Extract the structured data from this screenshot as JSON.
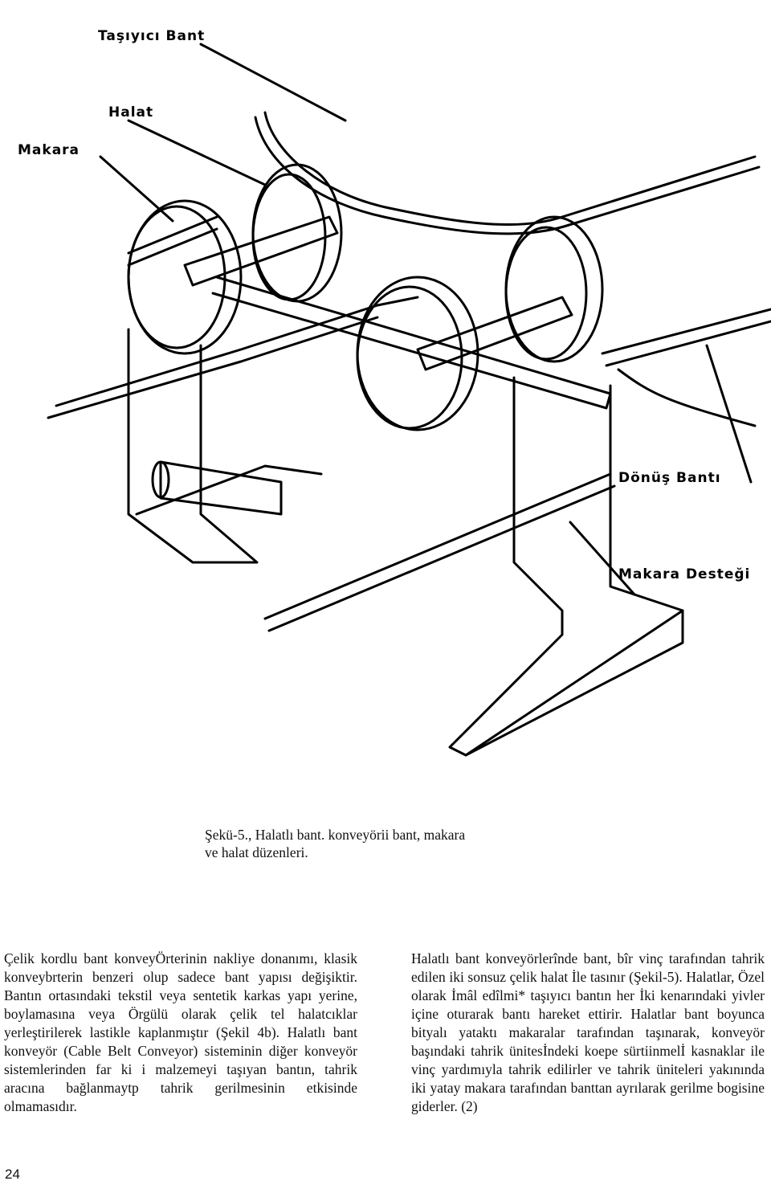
{
  "figure": {
    "labels": {
      "belt": "Taşıyıcı Bant",
      "cable": "Halat",
      "pulley": "Makara",
      "return_belt": "Dönüş Bantı",
      "pulley_support": "Makara Desteği"
    }
  },
  "caption": {
    "line1": "Şekü-5., Halatlı bant. konveyörii bant, makara",
    "line2": "ve halat düzenleri."
  },
  "body": {
    "left_col": "Çelik kordlu bant konveyÖrterinin nakliye donanımı, klasik konveybrterin benzeri olup sadece bant yapısı değişiktir. Bantın ortasındaki tekstil veya sentetik karkas yapı yerine, boylamasına veya Örgülü olarak çelik tel halatcıklar yerleştirilerek lastikle kaplanmıştır (Şekil 4b). Halatlı bant konveyör (Cable Belt Conveyor) sisteminin diğer konveyör sistemlerinden far ki i malzemeyi taşıyan bantın, tahrik aracına bağlanmaytp tahrik gerilmesinin etkisinde olmamasıdır.",
    "right_col": "Halatlı bant konveyörlerînde bant, bîr vinç tarafından tahrik edilen iki sonsuz çelik halat İle tasınır (Şekil-5). Halatlar, Özel olarak İmâl edîlmi* taşıyıcı bantın her İki kenarındaki yivler içine oturarak bantı hareket ettirir. Halatlar bant boyunca bityalı yataktı makaralar tarafından taşınarak, konveyör başındaki tahrik ünitesİndeki koepe sürtiinmelİ kasnaklar ile vinç yardımıyla tahrik edilirler ve tahrik üniteleri yakınında iki yatay makara tarafından banttan ayrılarak gerilme bogisine giderler. (2)"
  },
  "page_number": "24"
}
